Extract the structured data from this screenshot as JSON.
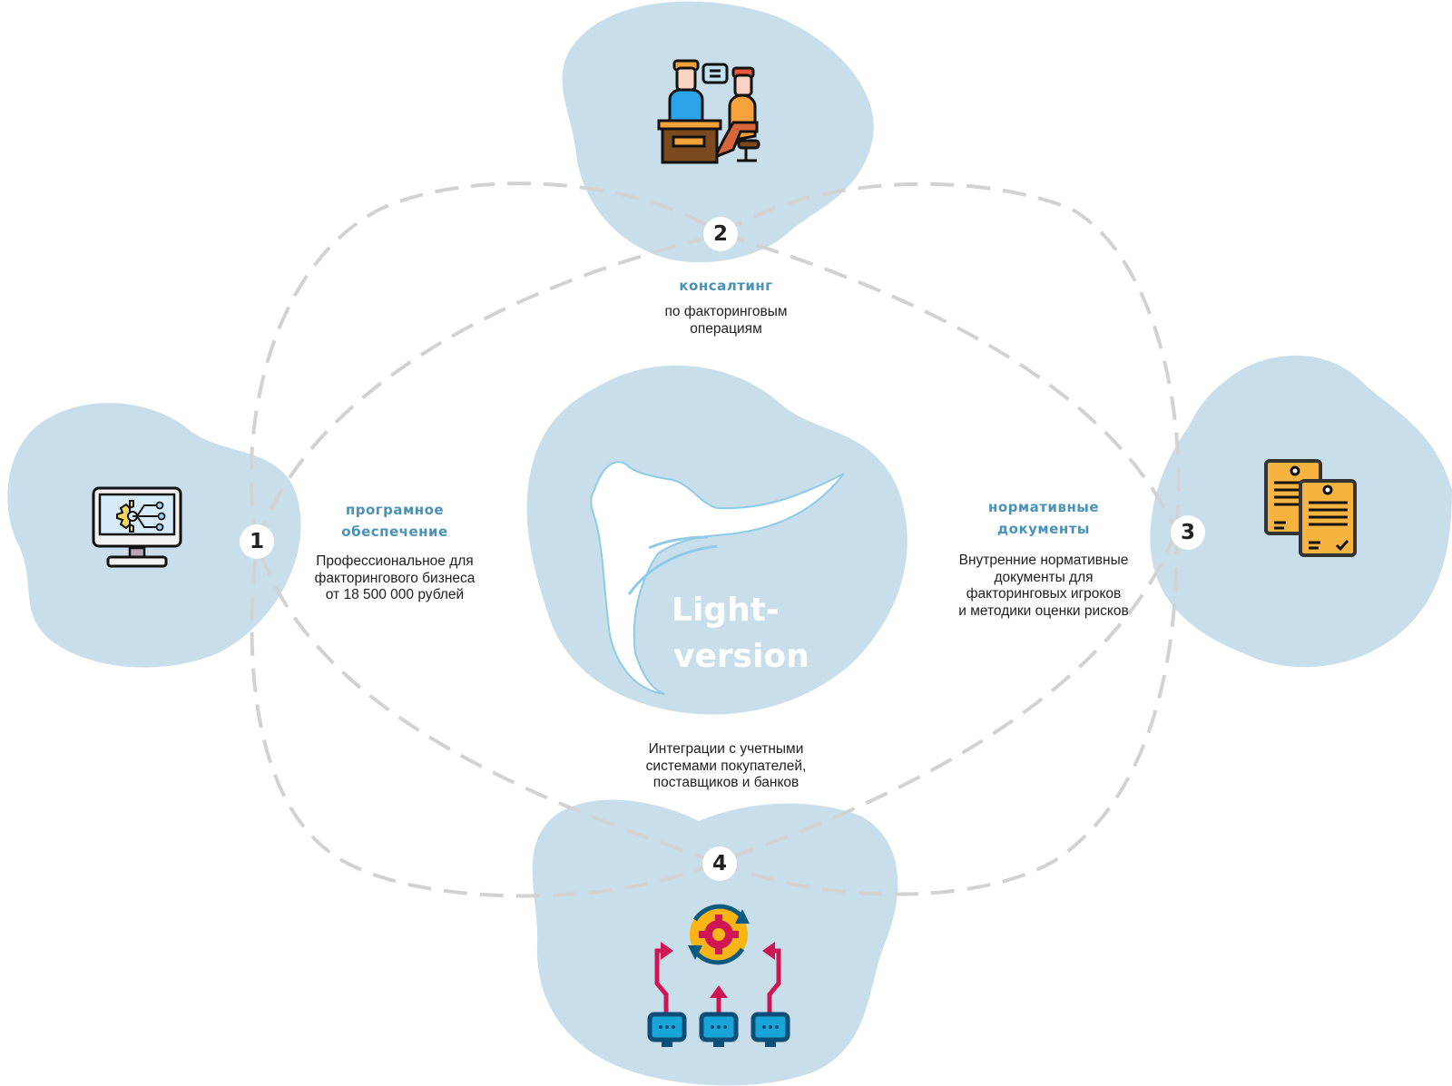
{
  "diagram": {
    "center": {
      "logo_line1": "Light-",
      "logo_line2": "version"
    },
    "nodes": [
      {
        "number": "1",
        "icon": "monitor-gear-icon",
        "title_line1": "програмное",
        "title_line2": "обеспечение",
        "desc_line1": "Профессиональное для",
        "desc_line2": "факторингового бизнеса",
        "desc_line3": "от 18 500 000 рублей"
      },
      {
        "number": "2",
        "icon": "consulting-meeting-icon",
        "title_line1": "консалтинг",
        "desc_line1": "по факторинговым",
        "desc_line2": "операциям"
      },
      {
        "number": "3",
        "icon": "documents-icon",
        "title_line1": "нормативные",
        "title_line2": "документы",
        "desc_line1": "Внутренние нормативные",
        "desc_line2": "документы для",
        "desc_line3": "факторинговых игроков",
        "desc_line4": "и методики оценки рисков"
      },
      {
        "number": "4",
        "icon": "integration-network-icon",
        "desc_line1": "Интеграции с учетными",
        "desc_line2": "системами покупателей,",
        "desc_line3": "поставщиков и банков"
      }
    ],
    "colors": {
      "blob": "#c9deeb",
      "accent_title": "#4a92b8",
      "dash": "#d2d2d2",
      "text": "#1e1e1e"
    }
  }
}
